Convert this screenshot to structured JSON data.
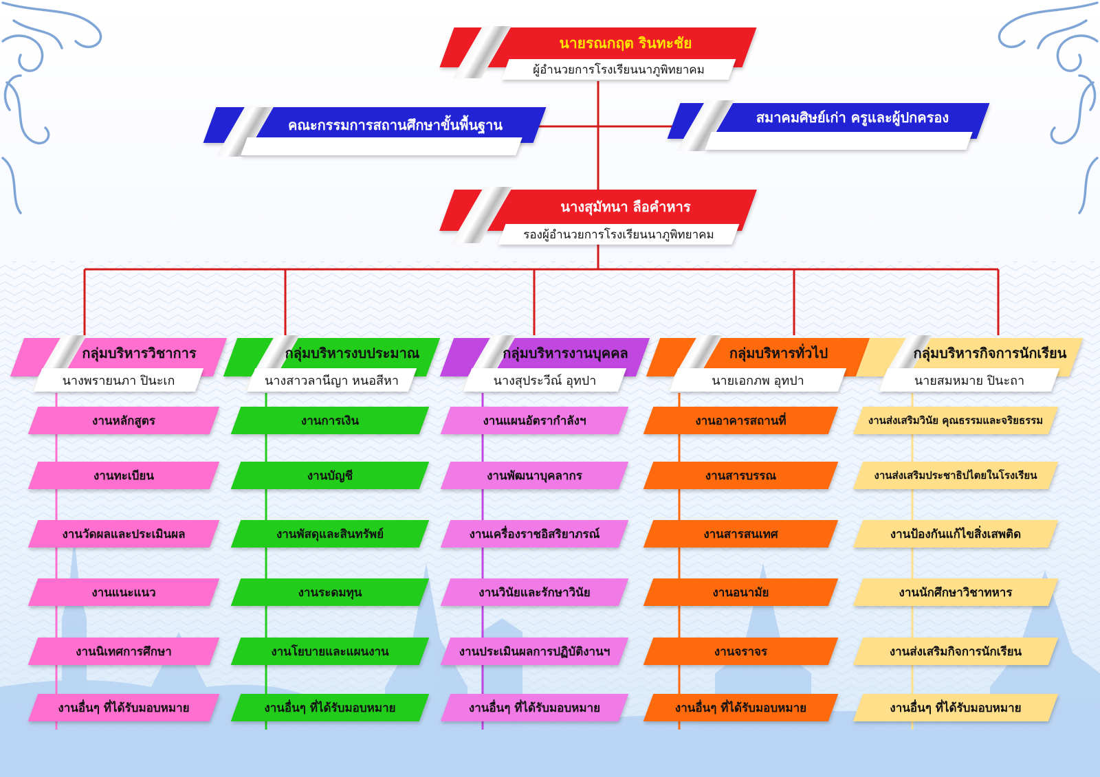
{
  "colors": {
    "red": "#ee1c25",
    "blue": "#2323d6",
    "line": "#d41a1a",
    "pink": "#ff6fcf",
    "green": "#22cc1a",
    "purple": "#c047e0",
    "purple_task": "#f07ae6",
    "orange": "#ff6a0d",
    "gold": "#ffdf8a",
    "ornament": "#7fa5d6"
  },
  "director": {
    "name": "นายรณกฤต รินทะชัย",
    "title": "ผู้อำนวยการโรงเรียนนาภูพิทยาคม"
  },
  "board": {
    "name": "คณะกรรมการสถานศึกษาขั้นพื้นฐาน"
  },
  "association": {
    "name": "สมาคมศิษย์เก่า ครูและผู้ปกครอง"
  },
  "deputy": {
    "name": "นางสุมัทนา ลือคำหาร",
    "title": "รองผู้อำนวยการโรงเรียนนาภูพิทยาคม"
  },
  "groups": [
    {
      "name": "กลุ่มบริหารวิชาการ",
      "head": "นางพรายนภา ปินะเก",
      "tasks": [
        "งานหลักสูตร",
        "งานทะเบียน",
        "งานวัดผลและประเมินผล",
        "งานแนะแนว",
        "งานนิเทศการศึกษา",
        "งานอื่นๆ ที่ได้รับมอบหมาย"
      ]
    },
    {
      "name": "กลุ่มบริหารงบประมาณ",
      "head": "นางสาวลานีญา หนอสีหา",
      "tasks": [
        "งานการเงิน",
        "งานบัญชี",
        "งานพัสดุและสินทรัพย์",
        "งานระดมทุน",
        "งานโยบายและแผนงาน",
        "งานอื่นๆ ที่ได้รับมอบหมาย"
      ]
    },
    {
      "name": "กลุ่มบริหารงานบุคคล",
      "head": "นางสุประวีณ์ อุทปา",
      "tasks": [
        "งานแผนอัตรากำลังฯ",
        "งานพัฒนาบุคลากร",
        "งานเครื่องราชอิสริยาภรณ์",
        "งานวินัยและรักษาวินัย",
        "งานประเมินผลการปฏิบัติงานฯ",
        "งานอื่นๆ ที่ได้รับมอบหมาย"
      ]
    },
    {
      "name": "กลุ่มบริหารทั่วไป",
      "head": "นายเอกภพ  อุทปา",
      "tasks": [
        "งานอาคารสถานที่",
        "งานสารบรรณ",
        "งานสารสนเทศ",
        "งานอนามัย",
        "งานจราจร",
        "งานอื่นๆ ที่ได้รับมอบหมาย"
      ]
    },
    {
      "name": "กลุ่มบริหารกิจการนักเรียน",
      "head": "นายสมหมาย ปินะถา",
      "tasks": [
        "งานส่งเสริมวินัย คุณธรรมและจริยธรรม",
        "งานส่งเสริมประชาธิปไตยในโรงเรียน",
        "งานป้องกันแก้ไขสิ่งเสพติด",
        "งานนักศึกษาวิชาทหาร",
        "งานส่งเสริมกิจการนักเรียน",
        "งานอื่นๆ ที่ได้รับมอบหมาย"
      ]
    }
  ]
}
